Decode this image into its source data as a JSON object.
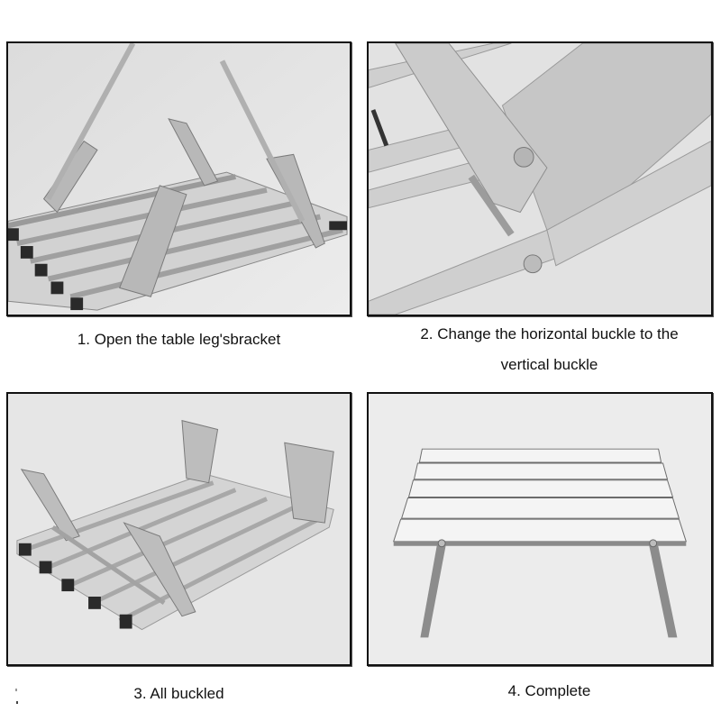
{
  "steps": [
    {
      "number": 1,
      "caption": "1. Open the table leg'sbracket",
      "image_description": "Folded aluminum roll-up table frame with leg brackets raised"
    },
    {
      "number": 2,
      "caption_line1": "2. Change the horizontal buckle to the",
      "caption_line2": "vertical buckle",
      "image_description": "Close-up of leg bracket hinge with rivet buckle"
    },
    {
      "number": 3,
      "caption": "3. All buckled",
      "image_description": "Table frame with all four leg brackets buckled upright"
    },
    {
      "number": 4,
      "caption": "4. Complete",
      "image_description": "Assembled low aluminum slat table standing on legs"
    }
  ],
  "colors": {
    "border": "#111111",
    "photo_background": "#e4e4e4",
    "aluminum": "#c9c9c9",
    "aluminum_dark": "#8e8e8e",
    "rubber": "#2a2a2a",
    "caption_text": "#111111"
  }
}
